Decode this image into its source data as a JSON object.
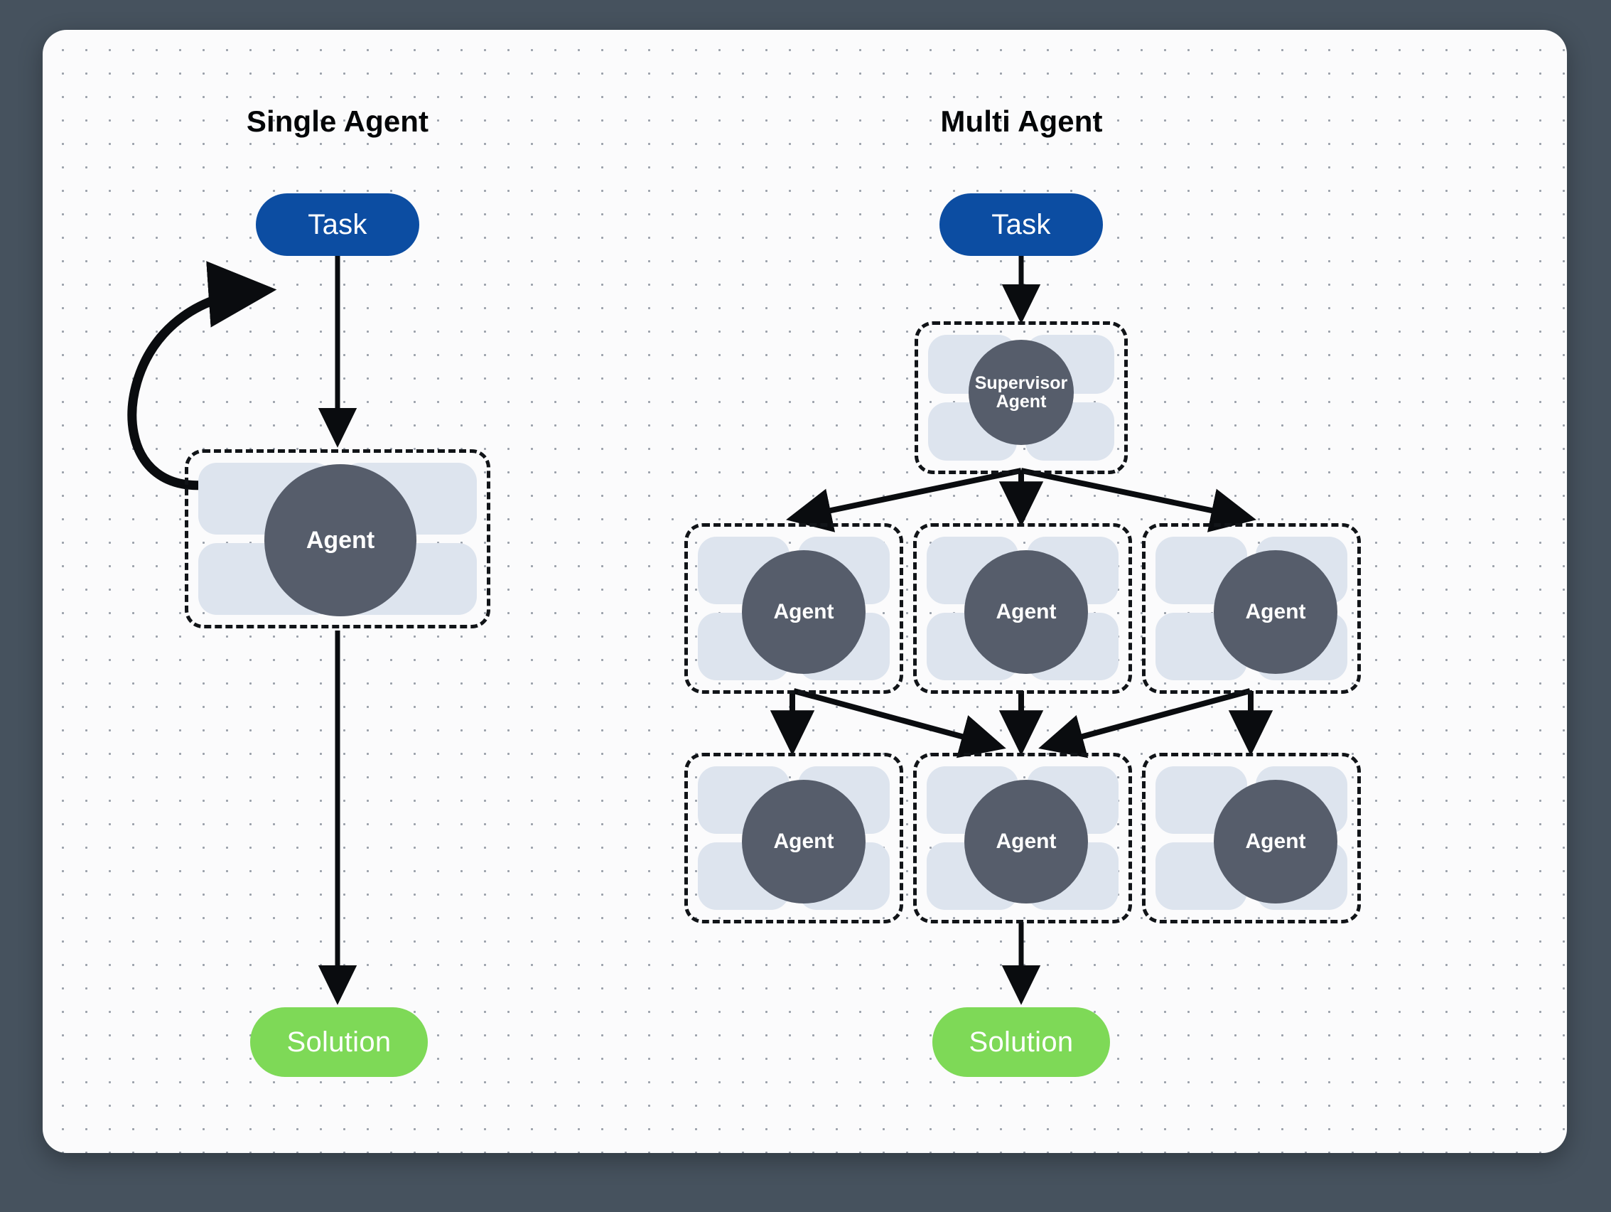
{
  "canvas": {
    "background_color": "#46525e",
    "surface_color": "#fbfbfc",
    "dot_grid_color": "#9aa0aa"
  },
  "colors": {
    "task_pill": "#0c4da2",
    "solution_pill": "#7ed957",
    "agent_core": "#565d6b",
    "petal": "#dde4ee",
    "border_dashed": "#111418",
    "arrow": "#0a0c0f",
    "title_text": "#040608"
  },
  "panels": [
    {
      "id": "single",
      "title": "Single Agent"
    },
    {
      "id": "multi",
      "title": "Multi Agent"
    }
  ],
  "single_agent": {
    "task_label": "Task",
    "agent_label": "Agent",
    "solution_label": "Solution",
    "self_loop": true
  },
  "multi_agent": {
    "task_label": "Task",
    "supervisor_label_line1": "Supervisor",
    "supervisor_label_line2": "Agent",
    "solution_label": "Solution",
    "row1": [
      {
        "label": "Agent"
      },
      {
        "label": "Agent"
      },
      {
        "label": "Agent"
      }
    ],
    "row2": [
      {
        "label": "Agent"
      },
      {
        "label": "Agent"
      },
      {
        "label": "Agent"
      }
    ]
  }
}
